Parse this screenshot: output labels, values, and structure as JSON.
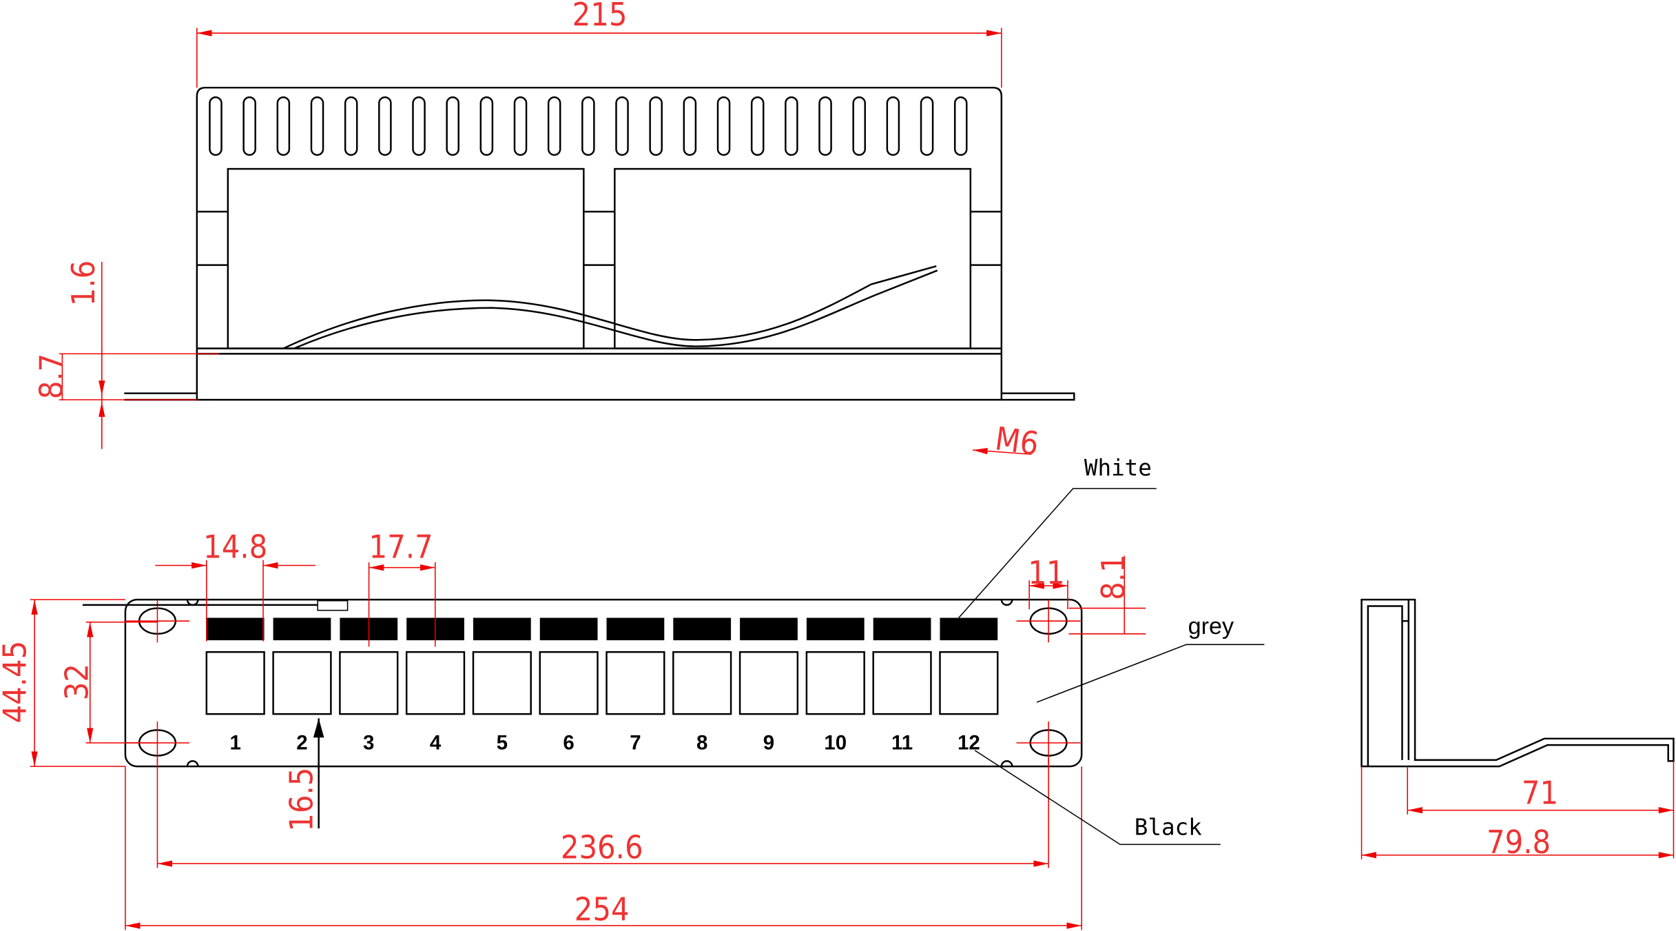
{
  "dimensions": {
    "top_width": "215",
    "wire_offset": "1.6",
    "base_height": "8.7",
    "thread": "M6",
    "port_width": "14.8",
    "port_pitch": "17.7",
    "hole_width": "11",
    "hole_height": "8.1",
    "panel_height": "44.45",
    "hole_spacing": "32",
    "label_offset": "16.5",
    "hole_span": "236.6",
    "panel_width": "254",
    "bracket_inner": "71",
    "bracket_depth": "79.8"
  },
  "callouts": {
    "white": "White",
    "grey": "grey",
    "black": "Black"
  },
  "ports": [
    "1",
    "2",
    "3",
    "4",
    "5",
    "6",
    "7",
    "8",
    "9",
    "10",
    "11",
    "12"
  ],
  "colors": {
    "dimension": "#e00000",
    "outline": "#000000"
  }
}
